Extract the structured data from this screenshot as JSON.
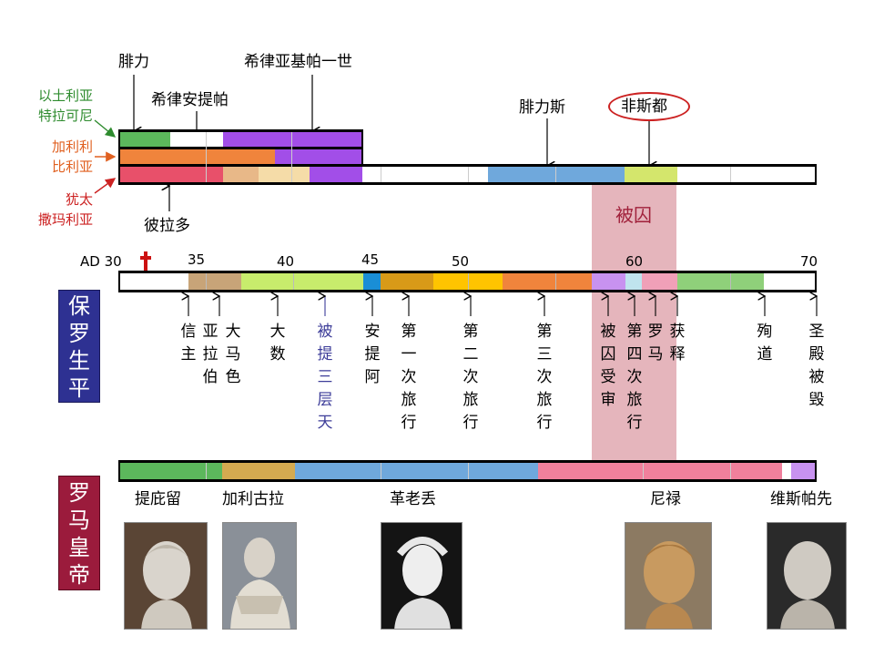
{
  "top_labels": {
    "feili": "腓力",
    "herod_agrippa_1": "希律亚基帕一世",
    "herod_antipas": "希律安提帕",
    "felix": "腓力斯",
    "festus": "非斯都",
    "pilate": "彼拉多"
  },
  "regions": {
    "ituraea": "以土利亚\n特拉可尼",
    "galilee": "加利利\n比利亚",
    "judea": "犹太\n撒玛利亚"
  },
  "captivity_label": "被囚",
  "timeline": {
    "ticks": [
      "AD 30",
      "35",
      "40",
      "45",
      "50",
      "60",
      "70"
    ],
    "cross_icon": "cross-icon"
  },
  "paul_title": "保罗生平",
  "paul_events": [
    "信主",
    "亚拉伯",
    "大马色",
    "大数",
    "被提三层天",
    "安提阿",
    "第一次旅行",
    "第二次旅行",
    "第三次旅行",
    "被囚受审",
    "第四次旅行",
    "罗马",
    "获释",
    "殉道",
    "圣殿被毁"
  ],
  "rome_title": "罗马皇帝",
  "emperors": [
    "提庇留",
    "加利古拉",
    "革老丢",
    "尼禄",
    "维斯帕先"
  ],
  "colors": {
    "green": "#5cb85c",
    "orange": "#f0843c",
    "red": "#e8506a",
    "purple": "#a24ee8",
    "blue": "#6fa8dc",
    "yellow_green": "#d4e66c",
    "paul_box": "#2e3192",
    "rome_box": "#9b1b3c",
    "captivity": "#d8a0a8",
    "ituraea_text": "#2e8b2e",
    "galilee_text": "#e06020",
    "judea_text": "#cc2222",
    "rapture_text": "#3d3d99",
    "captivity_text": "#a0203a"
  }
}
